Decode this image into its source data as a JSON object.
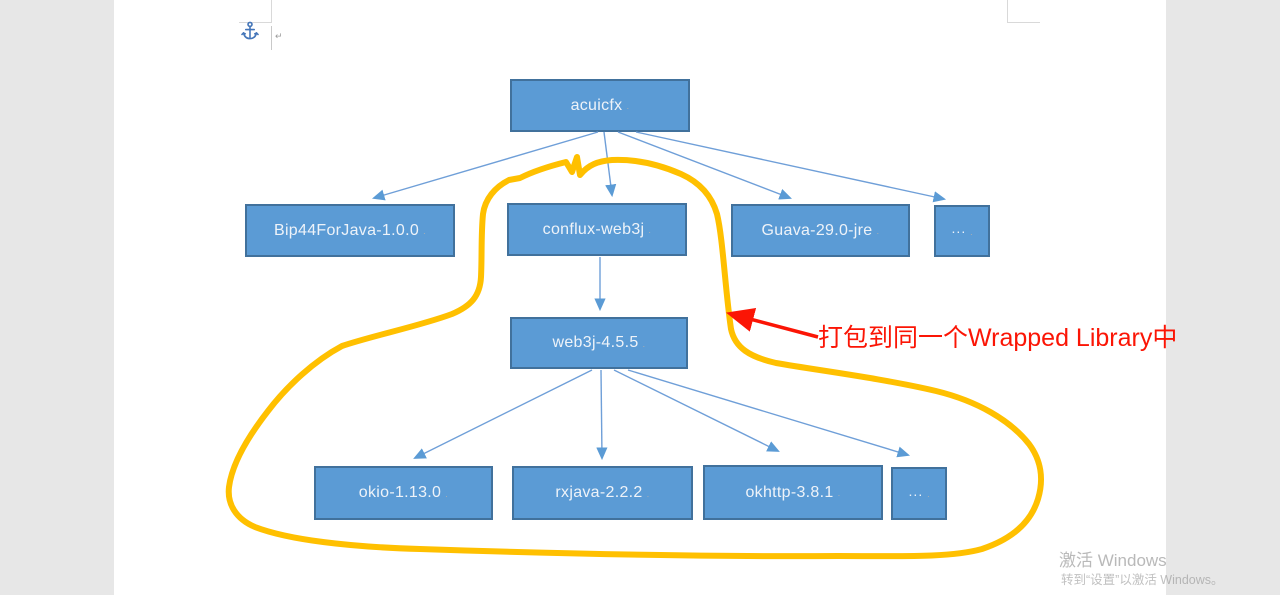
{
  "diagram": {
    "nodes": [
      {
        "id": "acuicfx",
        "label": "acuicfx"
      },
      {
        "id": "bip44forjava",
        "label": "Bip44ForJava-1.0.0"
      },
      {
        "id": "conflux-web3j",
        "label": "conflux-web3j"
      },
      {
        "id": "guava",
        "label": "Guava-29.0-jre"
      },
      {
        "id": "ellipsis-top",
        "label": "···"
      },
      {
        "id": "web3j",
        "label": "web3j-4.5.5"
      },
      {
        "id": "okio",
        "label": "okio-1.13.0"
      },
      {
        "id": "rxjava",
        "label": "rxjava-2.2.2"
      },
      {
        "id": "okhttp",
        "label": "okhttp-3.8.1"
      },
      {
        "id": "ellipsis-bottom",
        "label": "···"
      }
    ],
    "edges": [
      {
        "from": "acuicfx",
        "to": "Bip44ForJava-1.0.0"
      },
      {
        "from": "acuicfx",
        "to": "conflux-web3j"
      },
      {
        "from": "acuicfx",
        "to": "Guava-29.0-jre"
      },
      {
        "from": "acuicfx",
        "to": "···"
      },
      {
        "from": "conflux-web3j",
        "to": "web3j-4.5.5"
      },
      {
        "from": "web3j-4.5.5",
        "to": "okio-1.13.0"
      },
      {
        "from": "web3j-4.5.5",
        "to": "rxjava-2.2.2"
      },
      {
        "from": "web3j-4.5.5",
        "to": "okhttp-3.8.1"
      },
      {
        "from": "web3j-4.5.5",
        "to": "···"
      }
    ],
    "annotation": {
      "text": "打包到同一个Wrapped Library中",
      "color": "#fb1505"
    },
    "highlight_loop": {
      "style": "hand-drawn ink loop",
      "color": "#ffc000",
      "encloses": [
        "conflux-web3j",
        "web3j-4.5.5",
        "okio-1.13.0",
        "rxjava-2.2.2",
        "okhttp-3.8.1",
        "···"
      ]
    }
  },
  "colors": {
    "node_fill": "#5b9bd5",
    "node_border": "#41719c",
    "connector_blue": "#6f9fd8",
    "loop_yellow": "#ffc000",
    "annotation_red": "#fb1505",
    "page_white": "#ffffff",
    "app_background": "#e7e7e7"
  },
  "word_marks": {
    "end_mark": "·",
    "paragraph_mark": "↵"
  },
  "watermark": {
    "line1": "激活 Windows",
    "line2": "转到“设置”以激活 Windows。"
  }
}
